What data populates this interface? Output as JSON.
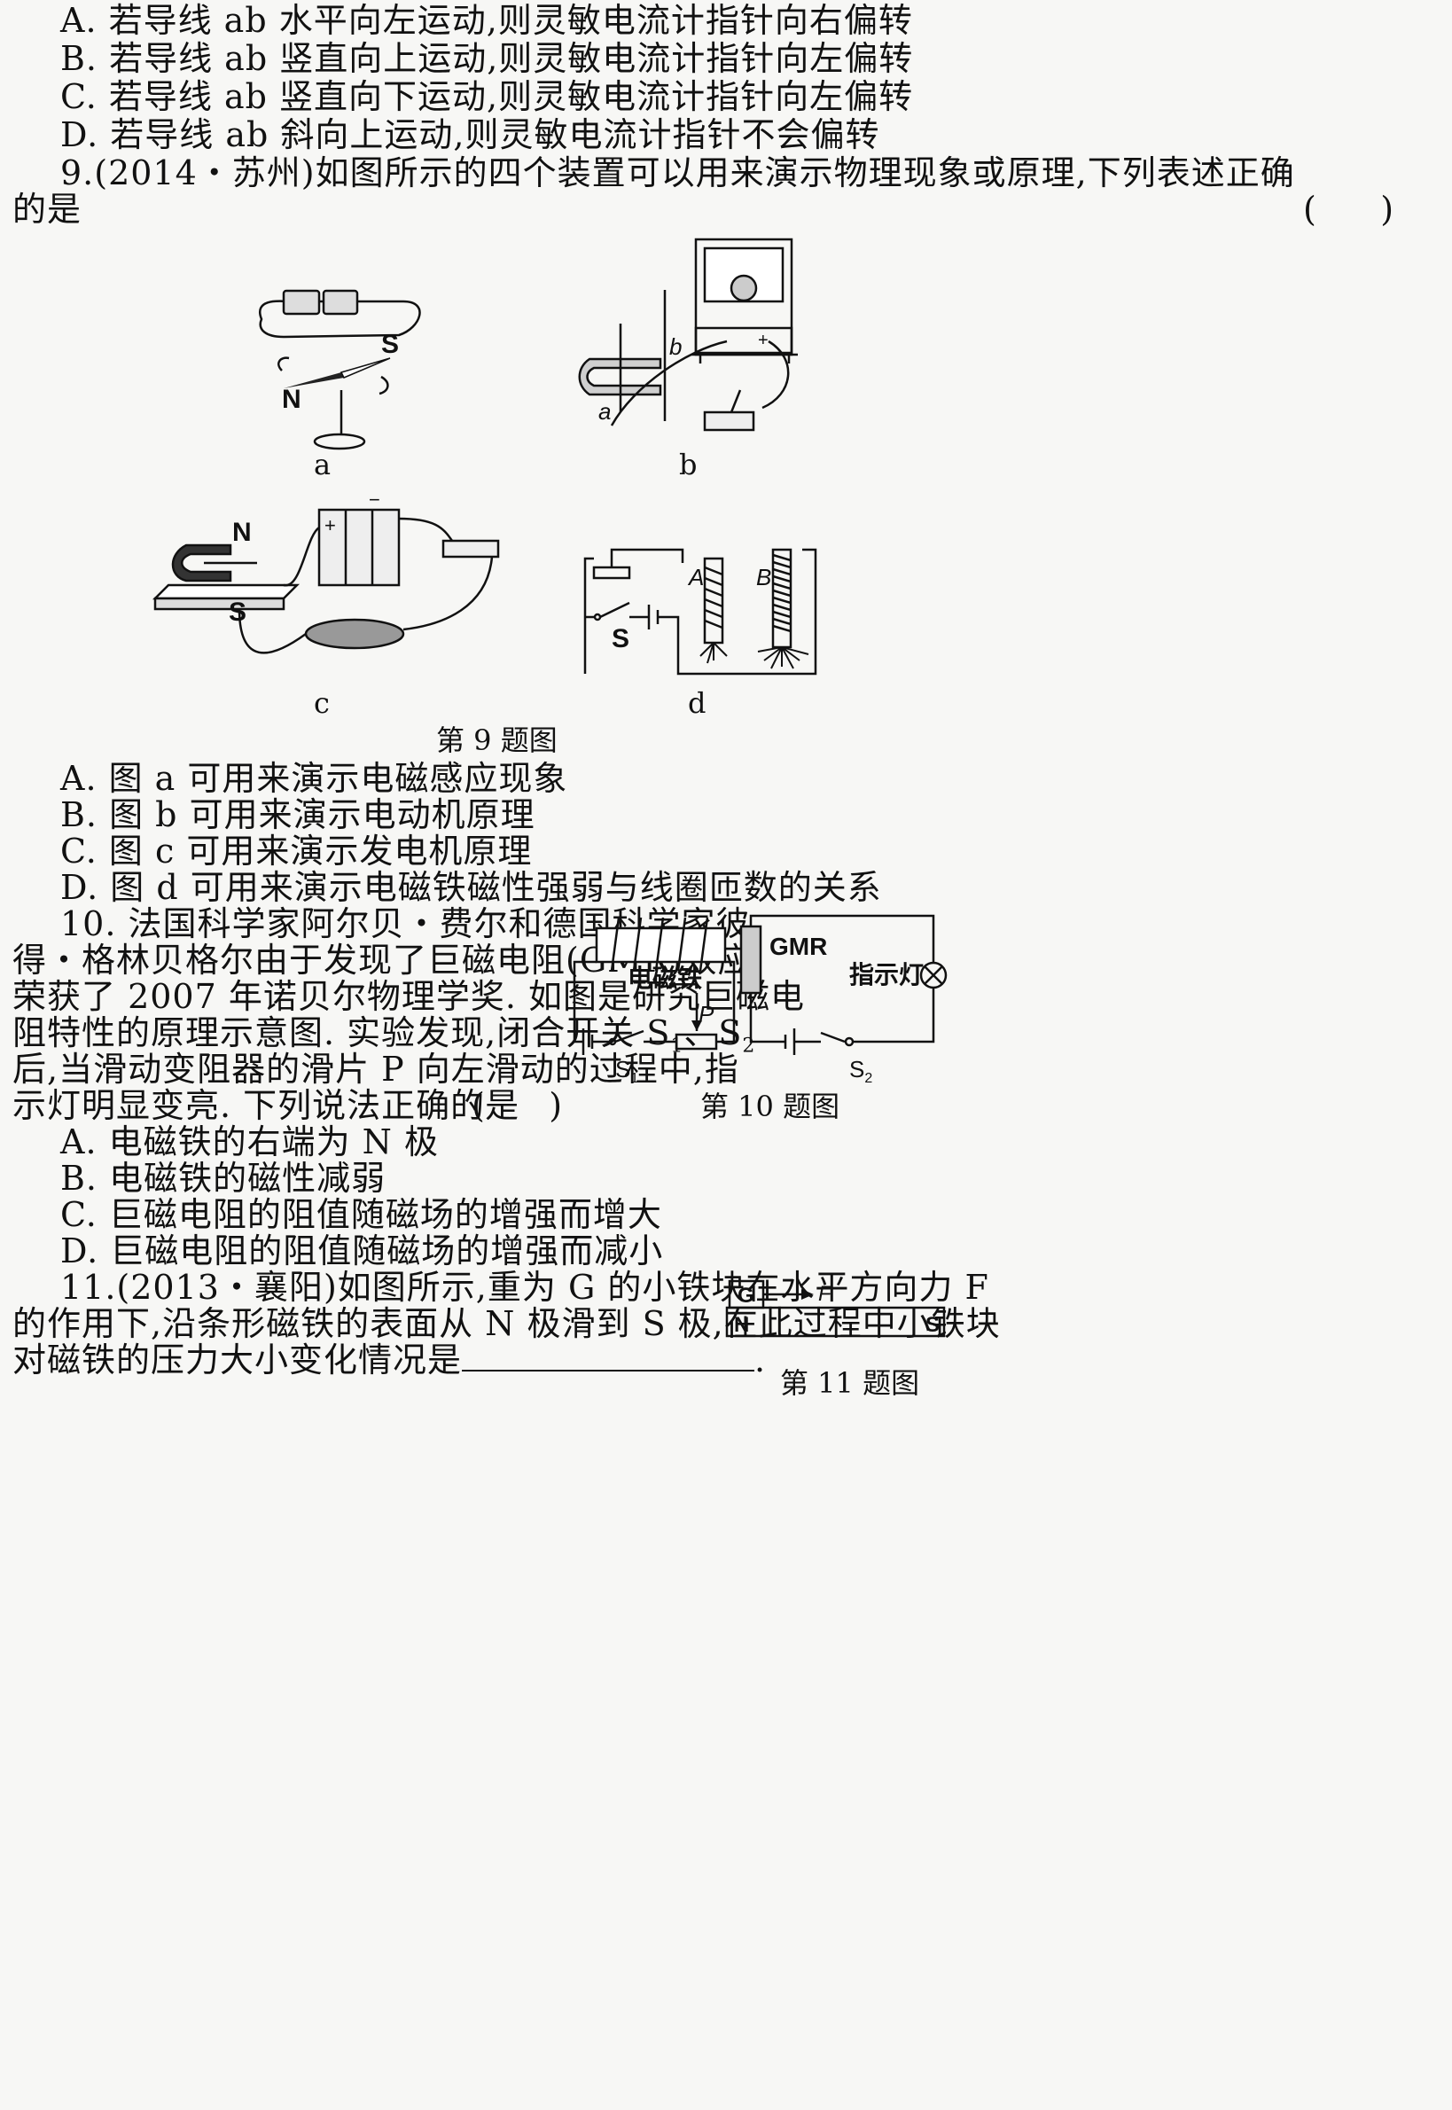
{
  "q8_options": [
    "A. 若导线 ab 水平向左运动,则灵敏电流计指针向右偏转",
    "B. 若导线 ab 竖直向上运动,则灵敏电流计指针向左偏转",
    "C. 若导线 ab 竖直向下运动,则灵敏电流计指针向左偏转",
    "D. 若导线 ab 斜向上运动,则灵敏电流计指针不会偏转"
  ],
  "q9": {
    "stem_line1": "9.(2014・苏州)如图所示的四个装置可以用来演示物理现象或原理,下列表述正确",
    "stem_line2": "的是",
    "answer_paren": "(      )",
    "fig_labels": {
      "a": "a",
      "b": "b",
      "c": "c",
      "d": "d"
    },
    "fig_a_text": {
      "N": "N",
      "S": "S"
    },
    "fig_b_text": {
      "a": "a",
      "b": "b",
      "plus": "+"
    },
    "fig_c_text": {
      "N": "N",
      "S": "S",
      "plus": "+",
      "minus": "−"
    },
    "fig_d_text": {
      "A": "A",
      "B": "B",
      "S": "S"
    },
    "caption": "第 9 题图",
    "options": [
      "A. 图 a 可用来演示电磁感应现象",
      "B. 图 b 可用来演示电动机原理",
      "C. 图 c 可用来演示发电机原理",
      "D. 图 d 可用来演示电磁铁磁性强弱与线圈匝数的关系"
    ]
  },
  "q10": {
    "stem_lines": [
      "10. 法国科学家阿尔贝・费尔和德国科学家彼",
      "得・格林贝格尔由于发现了巨磁电阻(GMR)效应,",
      "荣获了 2007 年诺贝尔物理学奖. 如图是研究巨磁电",
      "阻特性的原理示意图. 实验发现,闭合开关 S",
      "后,当滑动变阻器的滑片 P 向左滑动的过程中,指",
      "示灯明显变亮. 下列说法正确的是"
    ],
    "stem_line4_tail": {
      "sub1": "1",
      "sep": "、S",
      "sub2": "2"
    },
    "answer_paren": "(      )",
    "fig_text": {
      "gmr": "GMR",
      "electromagnet": "电磁铁",
      "lamp": "指示灯",
      "p": "P",
      "s1": "S",
      "s1_sub": "1",
      "s2": "S",
      "s2_sub": "2"
    },
    "caption": "第 10 题图",
    "options": [
      "A. 电磁铁的右端为 N 极",
      "B. 电磁铁的磁性减弱",
      "C. 巨磁电阻的阻值随磁场的增强而增大",
      "D. 巨磁电阻的阻值随磁场的增强而减小"
    ]
  },
  "q11": {
    "stem_line1": "11.(2013・襄阳)如图所示,重为 G 的小铁块在水平方向力 F",
    "stem_line2": "的作用下,沿条形磁铁的表面从 N 极滑到 S 极,在此过程中小铁块",
    "stem_line3_prefix": "对磁铁的压力大小变化情况是",
    "stem_line3_suffix": ".",
    "fig_text": {
      "g": "G",
      "f": "F",
      "n": "N",
      "s": "S"
    },
    "caption": "第 11 题图"
  }
}
